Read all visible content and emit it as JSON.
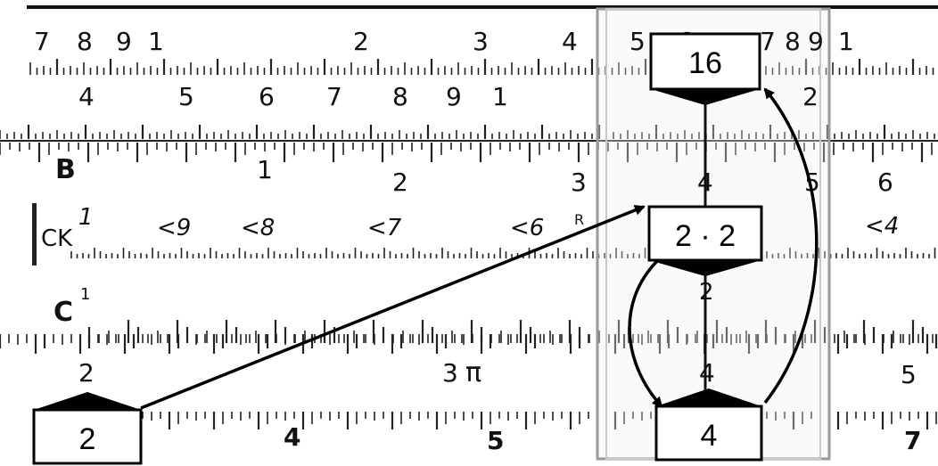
{
  "scale_labels": {
    "b": "B",
    "ck": "CK",
    "c": "C",
    "pi": "π"
  },
  "top_scale_digits": [
    "7",
    "8",
    "9",
    "1",
    "2",
    "3",
    "4",
    "5",
    "6",
    "7",
    "8",
    "9",
    "1"
  ],
  "a_scale_digits": [
    "4",
    "5",
    "6",
    "7",
    "8",
    "9",
    "1",
    "2"
  ],
  "b_scale_digits": [
    "1",
    "2",
    "3",
    "4",
    "5",
    "6"
  ],
  "ck_scale_labels": [
    "1",
    "<9",
    "<8",
    "<7",
    "<6",
    "R",
    "<4"
  ],
  "c_scale_digits": [
    "1",
    "2"
  ],
  "d_scale_digits": [
    "2",
    "3",
    "4",
    "5"
  ],
  "bottom_scale_digits": [
    "4",
    "5",
    "6",
    "7"
  ],
  "callouts": {
    "result": "16",
    "product": "2 · 2",
    "square": "4",
    "input": "2"
  }
}
